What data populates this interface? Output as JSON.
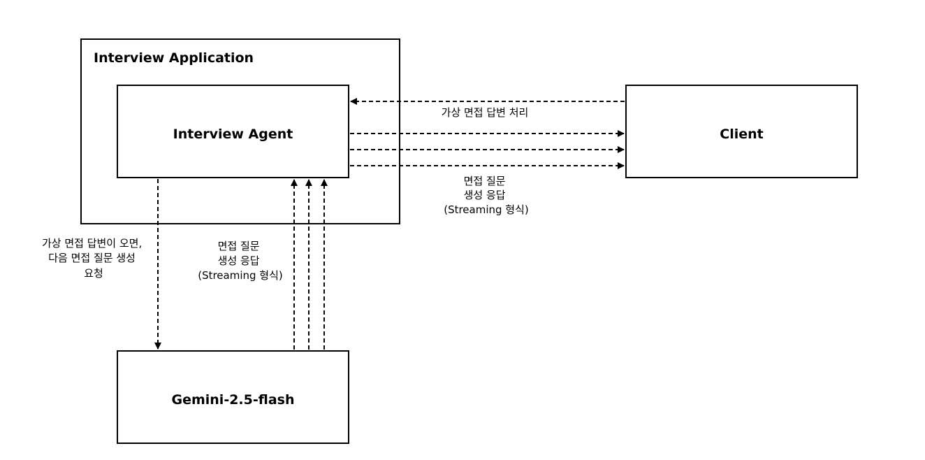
{
  "diagram": {
    "container": {
      "title": "Interview Application"
    },
    "nodes": {
      "agent": "Interview Agent",
      "client": "Client",
      "gemini": "Gemini-2.5-flash"
    },
    "edges": {
      "client_to_agent": {
        "label": "가상 면접 답변 처리"
      },
      "agent_to_client": {
        "label_lines": [
          "면접 질문",
          "생성 응답",
          "(Streaming 형식)"
        ]
      },
      "agent_to_gemini": {
        "label_lines": [
          "가상 면접 답변이 오면,",
          "다음 면접 질문 생성",
          "요청"
        ]
      },
      "gemini_to_agent": {
        "label_lines": [
          "면접 질문",
          "생성 응답",
          "(Streaming 형식)"
        ]
      }
    }
  }
}
